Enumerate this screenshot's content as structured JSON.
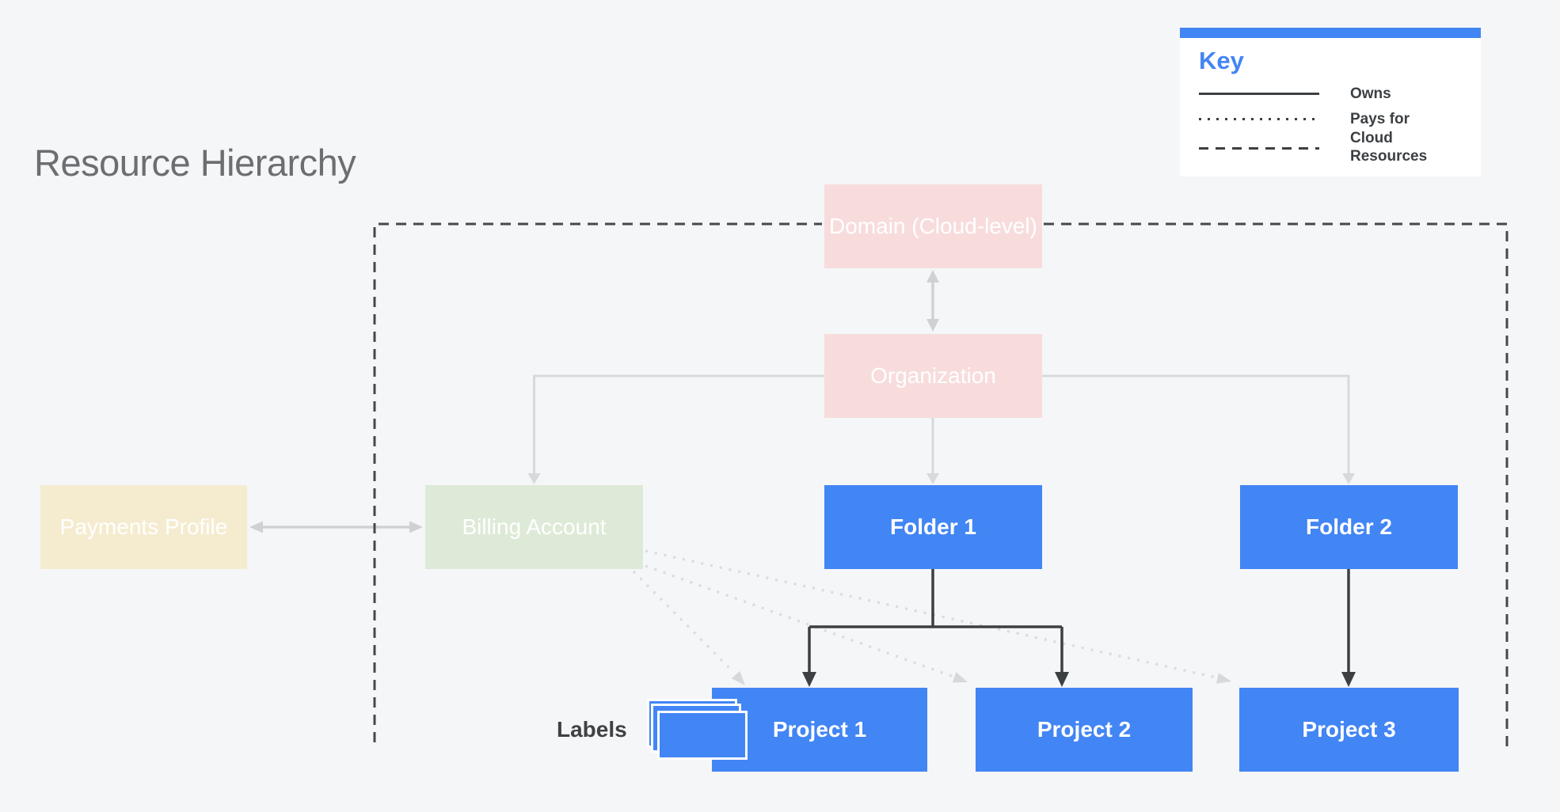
{
  "title": "Resource Hierarchy",
  "key": {
    "title": "Key",
    "items": [
      {
        "line_style": "solid",
        "label": "Owns"
      },
      {
        "line_style": "dotted",
        "label": "Pays for"
      },
      {
        "line_style": "dashed",
        "label": "Cloud Resources"
      }
    ]
  },
  "nodes": {
    "domain": {
      "label": "Domain (Cloud-level)",
      "color": "#f8dcdc"
    },
    "organization": {
      "label": "Organization",
      "color": "#f8dcdc"
    },
    "payments_profile": {
      "label": "Payments Profile",
      "color": "#f5ecd0"
    },
    "billing_account": {
      "label": "Billing Account",
      "color": "#ddead7"
    },
    "folder1": {
      "label": "Folder 1",
      "color": "#4285f4"
    },
    "folder2": {
      "label": "Folder 2",
      "color": "#4285f4"
    },
    "project1": {
      "label": "Project 1",
      "color": "#4285f4"
    },
    "project2": {
      "label": "Project 2",
      "color": "#4285f4"
    },
    "project3": {
      "label": "Project 3",
      "color": "#4285f4"
    }
  },
  "labels_caption": "Labels",
  "icons": {
    "labels": "stacked-cards-icon"
  },
  "edges": [
    {
      "from": "domain",
      "to": "organization",
      "type": "owns-bidirectional"
    },
    {
      "from": "organization",
      "to": "billing_account",
      "type": "owns"
    },
    {
      "from": "organization",
      "to": "folder1",
      "type": "owns"
    },
    {
      "from": "organization",
      "to": "folder2",
      "type": "owns"
    },
    {
      "from": "payments_profile",
      "to": "billing_account",
      "type": "bidirectional"
    },
    {
      "from": "billing_account",
      "to": "project1",
      "type": "pays-for"
    },
    {
      "from": "billing_account",
      "to": "project2",
      "type": "pays-for"
    },
    {
      "from": "billing_account",
      "to": "project3",
      "type": "pays-for"
    },
    {
      "from": "folder1",
      "to": "project1",
      "type": "owns"
    },
    {
      "from": "folder1",
      "to": "project2",
      "type": "owns"
    },
    {
      "from": "folder2",
      "to": "project3",
      "type": "owns"
    },
    {
      "type": "cloud-resources-boundary",
      "encloses": [
        "domain",
        "organization",
        "billing_account",
        "folder1",
        "folder2",
        "project1",
        "project2",
        "project3"
      ]
    }
  ],
  "colors": {
    "accent_blue": "#4285f4",
    "pink": "#f8dcdc",
    "cream": "#f5ecd0",
    "green": "#ddead7",
    "node_text": "#ffffff",
    "dark_line": "#3c4043",
    "gray_line": "#cfd1d4",
    "light_gray_line": "#d7d9db",
    "dotted_line": "#d9dbde",
    "boundary_line": "#45484c",
    "background": "#f5f6f8",
    "title_text": "#6c6f72"
  }
}
